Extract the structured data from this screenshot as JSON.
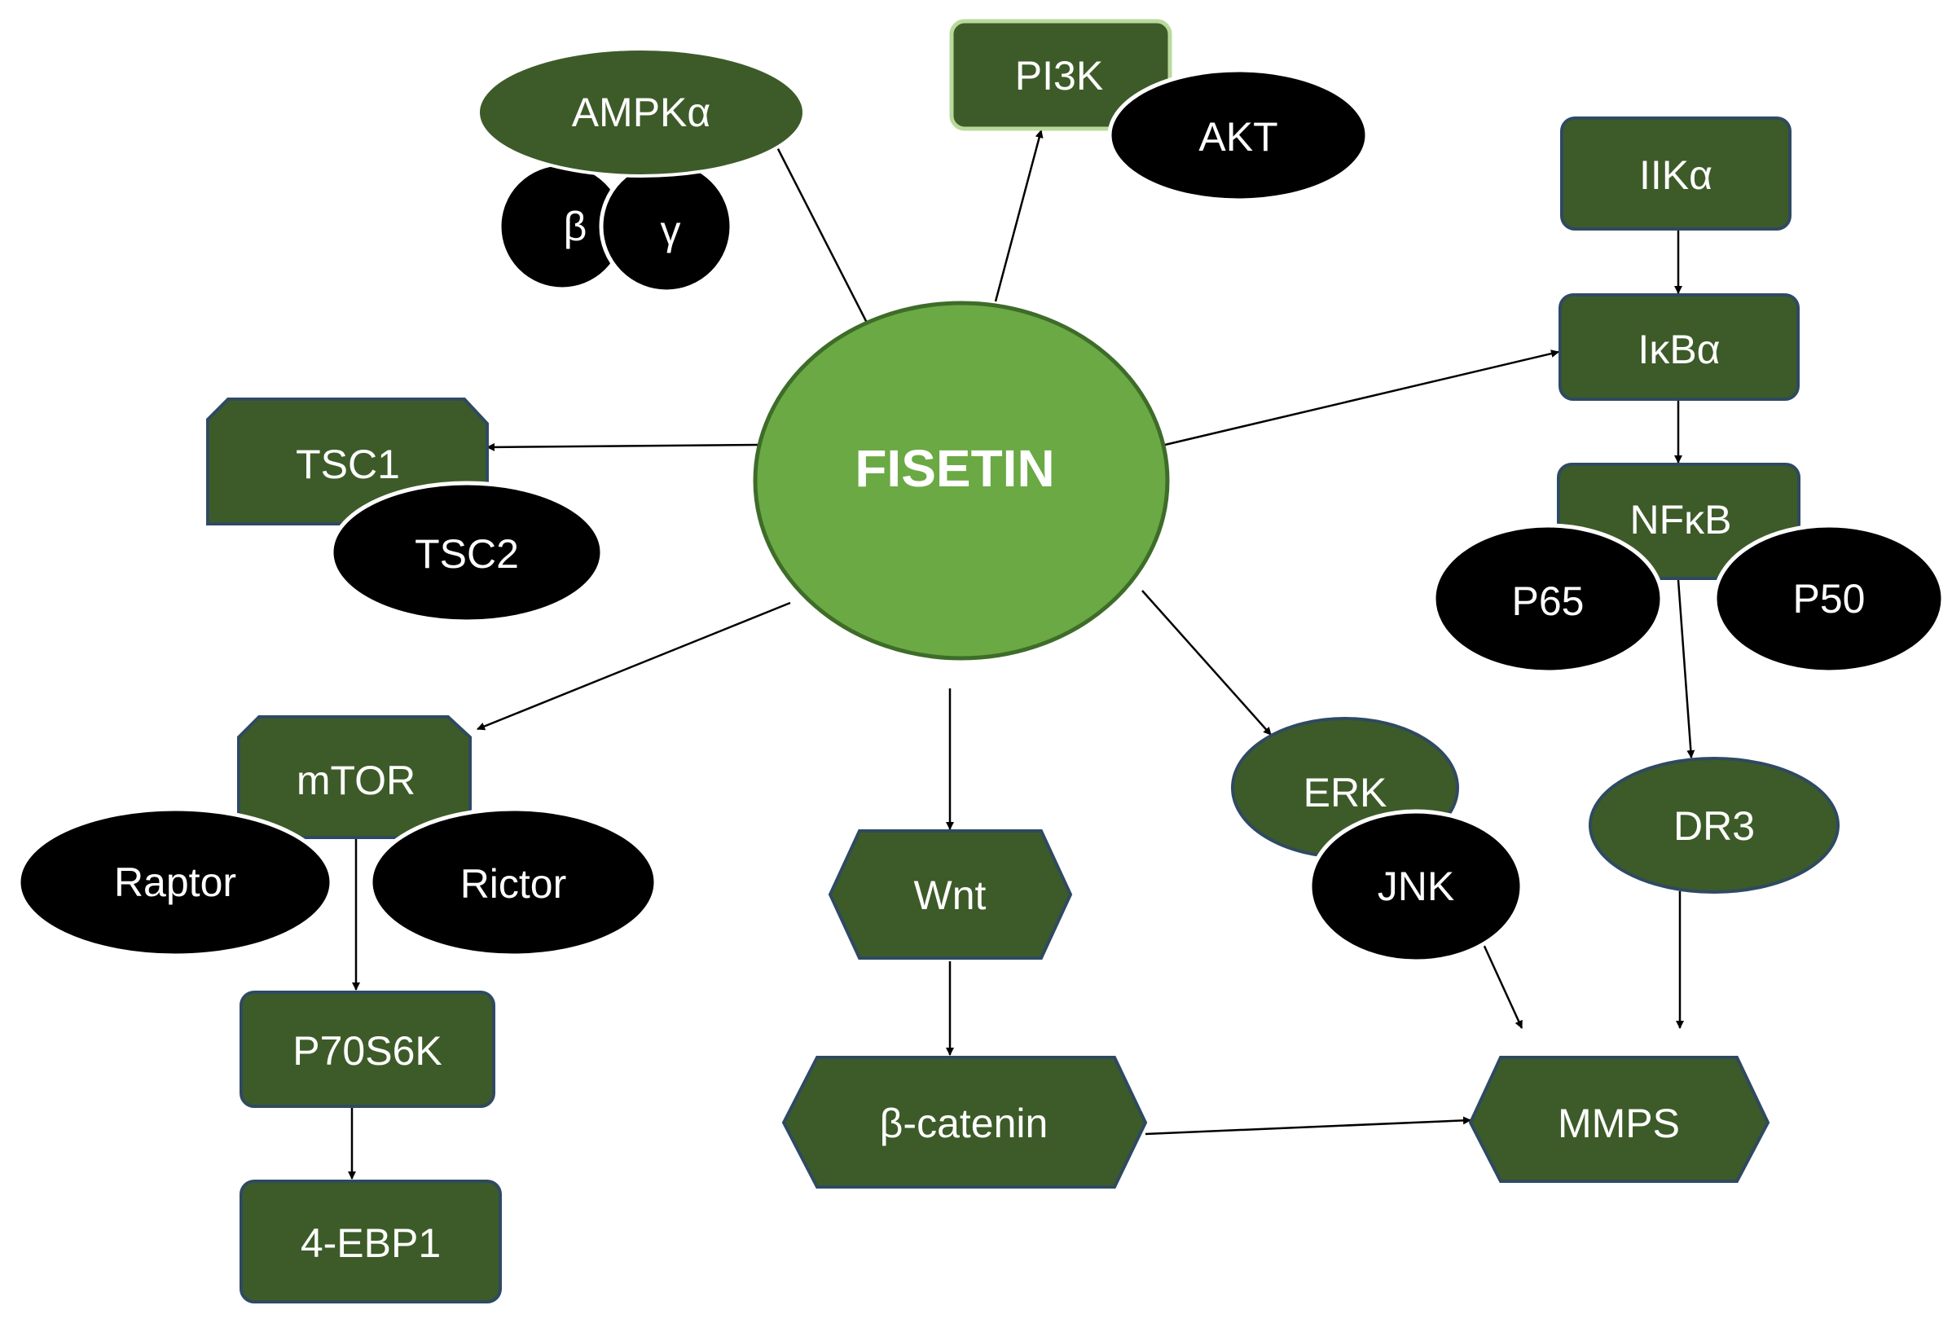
{
  "center": "FISETIN",
  "ampk": {
    "main": "AMPKα",
    "beta": "β",
    "gamma": "γ"
  },
  "pi3k": {
    "main": "PI3K",
    "akt": "AKT"
  },
  "tsc": {
    "tsc1": "TSC1",
    "tsc2": "TSC2"
  },
  "mtor": {
    "main": "mTOR",
    "raptor": "Raptor",
    "rictor": "Rictor",
    "p70s6k": "P70S6K",
    "ebp1": "4-EBP1"
  },
  "wnt": {
    "wnt": "Wnt",
    "catenin": "β-catenin"
  },
  "mapk": {
    "erk": "ERK",
    "jnk": "JNK"
  },
  "nfkb": {
    "iika": "IIKα",
    "ikba": "IκBα",
    "nfkb": "NFκB",
    "p65": "P65",
    "p50": "P50",
    "dr3": "DR3"
  },
  "mmps": "MMPS",
  "colors": {
    "dark_green": "#3d5b28",
    "light_green": "#6aa944",
    "black": "#000000",
    "border": "#2f4a60"
  }
}
